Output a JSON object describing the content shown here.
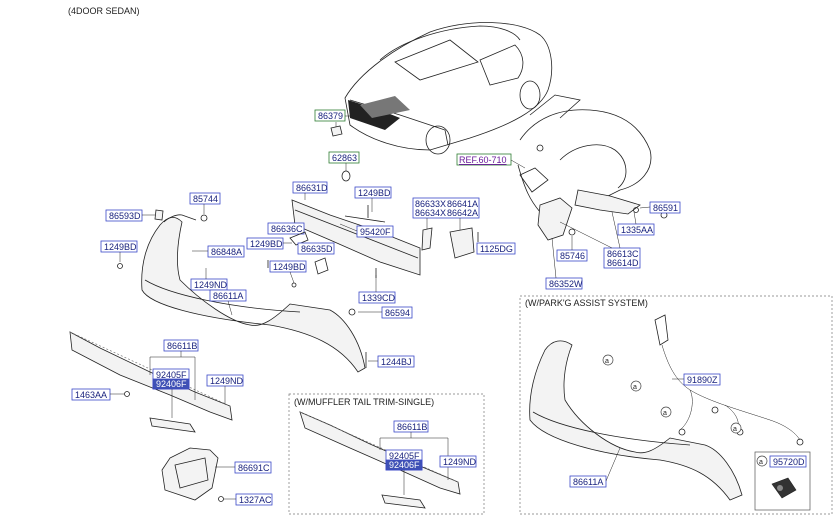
{
  "header": {
    "title": "(4DOOR SEDAN)"
  },
  "sections": {
    "park_assist": "(W/PARK'G ASSIST SYSTEM)",
    "muffler": "(W/MUFFLER TAIL TRIM-SINGLE)"
  },
  "callout_symbol": "a",
  "labels": {
    "l86379": "86379",
    "l62863": "62863",
    "ref": "REF.60-710",
    "l85744": "85744",
    "l86593D": "86593D",
    "l1249BD_a": "1249BD",
    "l86848A": "86848A",
    "l86631D": "86631D",
    "l1249BD_b": "1249BD",
    "l86633X": "86633X",
    "l86634X": "86634X",
    "l86641A": "86641A",
    "l86642A": "86642A",
    "l86636C": "86636C",
    "l1249BD_c": "1249BD",
    "l95420F": "95420F",
    "l1249BD_d": "1249BD",
    "l86635D": "86635D",
    "l1125DG": "1125DG",
    "l86591": "86591",
    "l1335AA": "1335AA",
    "l86613C": "86613C",
    "l86614D": "86614D",
    "l85746": "85746",
    "l86352W": "86352W",
    "l1249ND_a": "1249ND",
    "l86611A_a": "86611A",
    "l1339CD": "1339CD",
    "l86594": "86594",
    "l86611B_a": "86611B",
    "l92405F_a": "92405F",
    "l92406F_a": "92406F",
    "l1249ND_b": "1249ND",
    "l1463AA": "1463AA",
    "l1244BJ": "1244BJ",
    "l86691C": "86691C",
    "l1327AC": "1327AC",
    "l86611B_b": "86611B",
    "l92405F_b": "92405F",
    "l92406F_b": "92406F",
    "l1249ND_c": "1249ND",
    "l91890Z": "91890Z",
    "l86611A_b": "86611A",
    "l95720D": "95720D"
  }
}
